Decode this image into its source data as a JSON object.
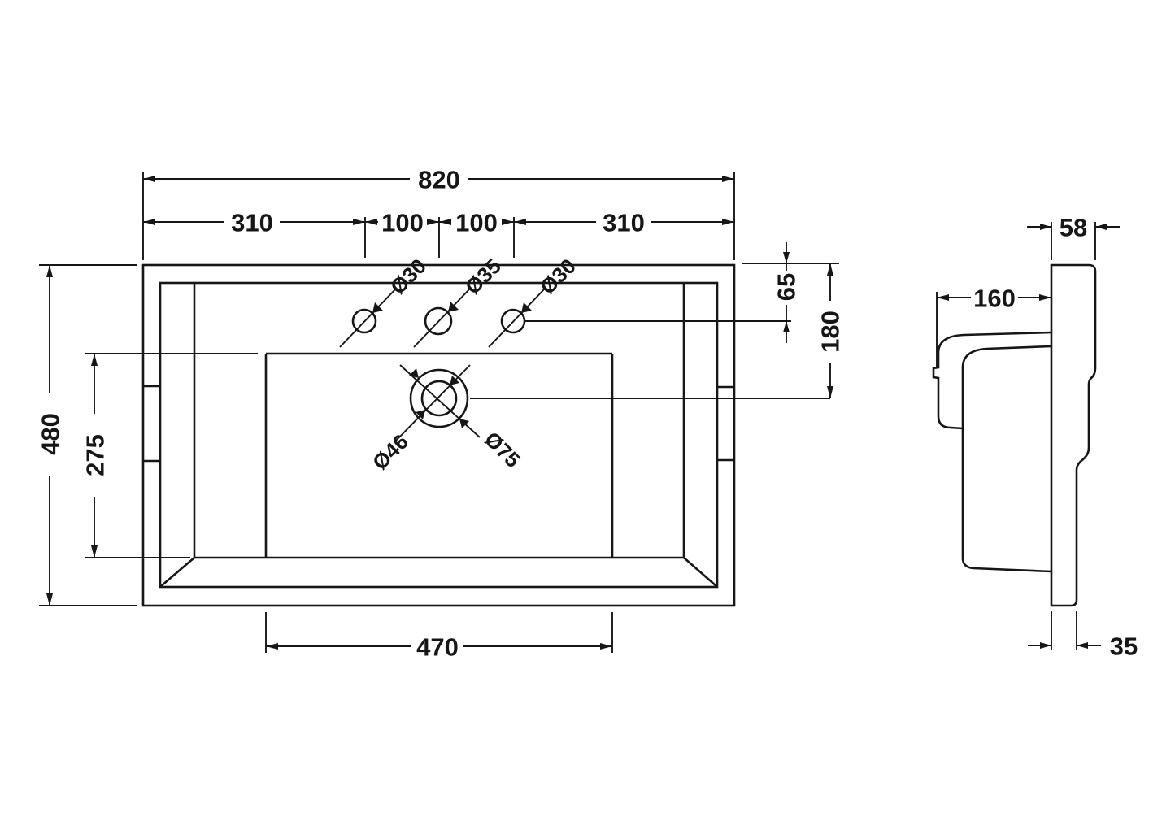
{
  "meta": {
    "description": "Technical dimension drawing of a rectangular basin: plan view with tap holes and waste, plus side profile view",
    "background_color": "#ffffff",
    "line_color": "#161616",
    "units": "mm"
  },
  "plan_view": {
    "dims": {
      "overall_width": "820",
      "hole_spacing": [
        "310",
        "100",
        "100",
        "310"
      ],
      "overall_depth": "480",
      "bowl_depth": "275",
      "bowl_width": "470",
      "tap_hole_centre_offset": "65",
      "waste_centre_offset": "180"
    },
    "holes": {
      "tap_left": "Ø30",
      "tap_middle": "Ø35",
      "tap_right": "Ø30",
      "waste_inner": "Ø46",
      "waste_outer": "Ø75"
    }
  },
  "side_view": {
    "dims": {
      "top_depth": "58",
      "bowl_front_depth": "160",
      "bottom_depth": "35"
    }
  }
}
